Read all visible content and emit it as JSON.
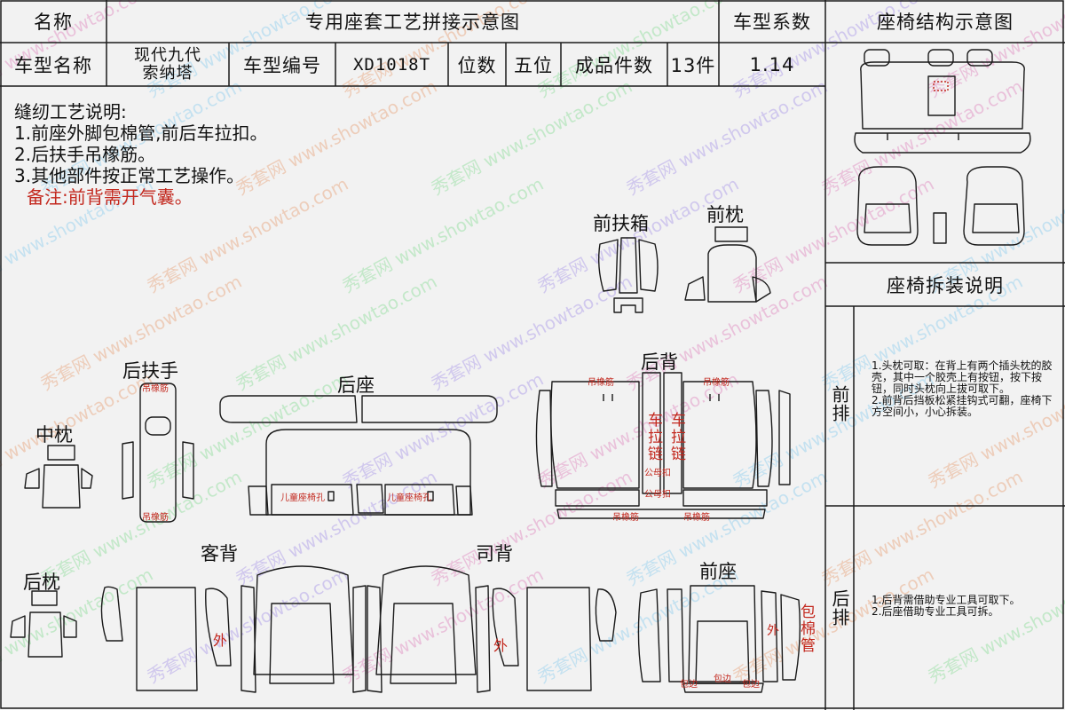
{
  "header": {
    "name_label": "名称",
    "title": "专用座套工艺拼接示意图",
    "coef_label": "车型系数",
    "structure_title": "座椅结构示意图",
    "model_name_label": "车型名称",
    "model_name": "现代九代\n索纳塔",
    "model_no_label": "车型编号",
    "model_no": "XD1018T",
    "seats_label": "位数",
    "seats": "五位",
    "pieces_label": "成品件数",
    "pieces": "13件",
    "coef": "1.14"
  },
  "notes": {
    "title": "缝纫工艺说明:",
    "items": [
      "1.前座外脚包棉管,前后车拉扣。",
      "2.后扶手吊橡筋。",
      "3.其他部件按正常工艺操作。"
    ],
    "remark": "备注:前背需开气囊。"
  },
  "sections": {
    "front_box": "前扶箱",
    "front_pillow": "前枕",
    "rear_armrest": "后扶手",
    "rear_seat": "后座",
    "rear_back": "后背",
    "center_pillow": "中枕",
    "rear_pillow": "后枕",
    "passenger_back": "客背",
    "driver_back": "司背",
    "front_seat": "前座"
  },
  "piece_labels": {
    "elastic": "吊橡筋",
    "child_seat": "儿童座椅孔",
    "zipper": "车拉链",
    "snap": "公母扣",
    "outer": "外",
    "wrap_tube": "包棉管",
    "hem": "包边"
  },
  "removal": {
    "title": "座椅拆装说明",
    "front_label": "前排",
    "front_text": "1.头枕可取：在背上有两个插头枕的胶壳，其中一个胶壳上有按钮，按下按钮，同时头枕向上拔可取下。\n2.前背后挡板松紧挂钩式可翻，座椅下方空间小，小心拆装。",
    "rear_label": "后排",
    "rear_text": "1.后背需借助专业工具可取下。\n2.后座借助专业工具可拆。"
  },
  "watermark": {
    "cn": "秀套网",
    "url": "www.showtao.com"
  },
  "colors": {
    "line": "#1a1a1a",
    "accent": "#c3281e",
    "paper": "#f2f2f2"
  }
}
